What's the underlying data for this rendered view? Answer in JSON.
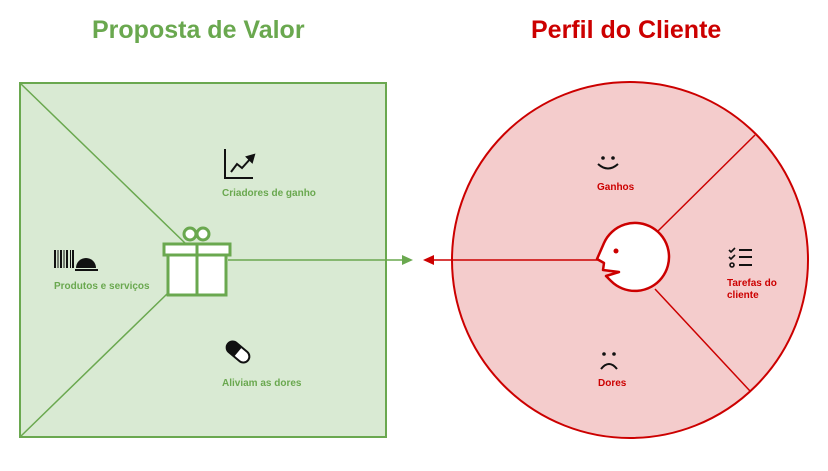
{
  "value_proposition": {
    "title": "Proposta de Valor",
    "color": "#6aa84f",
    "fill": "#d9ead3",
    "sections": [
      {
        "label": "Criadores de ganho",
        "icon": "chart-growth-icon"
      },
      {
        "label": "Produtos e serviços",
        "icon": "barcode-service-bell-icon"
      },
      {
        "label": "Aliviam as dores",
        "icon": "pill-icon"
      }
    ]
  },
  "customer_profile": {
    "title": "Perfil do Cliente",
    "color": "#cc0000",
    "fill": "#f4cccc",
    "sections": [
      {
        "label": "Ganhos",
        "icon": "smile-icon"
      },
      {
        "label": "Tarefas do cliente",
        "icon": "checklist-icon"
      },
      {
        "label": "Dores",
        "icon": "frown-icon"
      }
    ]
  }
}
